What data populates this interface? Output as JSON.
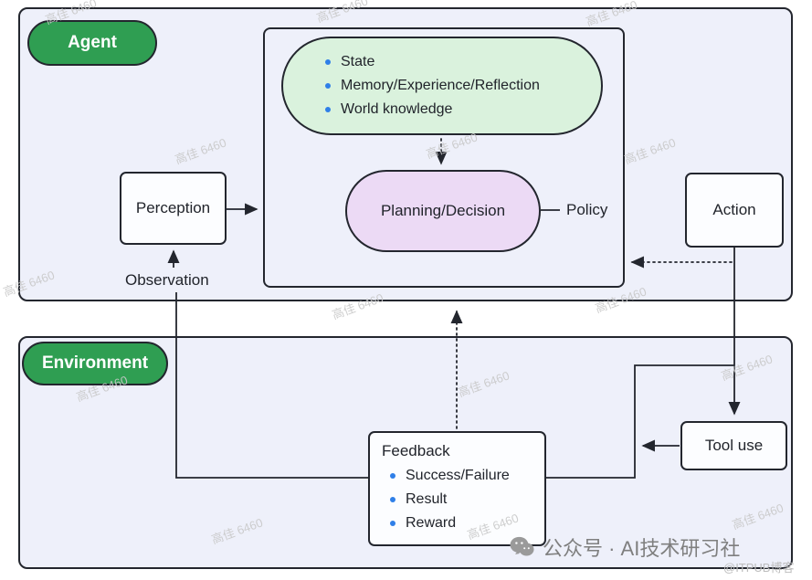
{
  "agent": {
    "label": "Agent",
    "perception": "Perception",
    "observation": "Observation",
    "action": "Action",
    "memory": {
      "items": [
        "State",
        "Memory/Experience/Reflection",
        "World knowledge"
      ]
    },
    "planning": "Planning/Decision",
    "policy": "Policy"
  },
  "environment": {
    "label": "Environment",
    "tool_use": "Tool use",
    "feedback": {
      "title": "Feedback",
      "items": [
        "Success/Failure",
        "Result",
        "Reward"
      ]
    }
  },
  "watermark": {
    "text": "高佳 6460"
  },
  "footer": {
    "wechat_label": "公众号 · AI技术研习社",
    "site_watermark": "@ITPUB博客"
  },
  "colors": {
    "box_background": "#eef0fa",
    "border": "#23262e",
    "label_pill_green": "#2f9e52",
    "memory_pill_green": "#daf2dd",
    "planning_pill_purple": "#ecdaf5",
    "bullet_blue": "#2f7fe8",
    "watermark_gray": "#c9c9c9",
    "footer_gray": "#7f7f7f"
  }
}
